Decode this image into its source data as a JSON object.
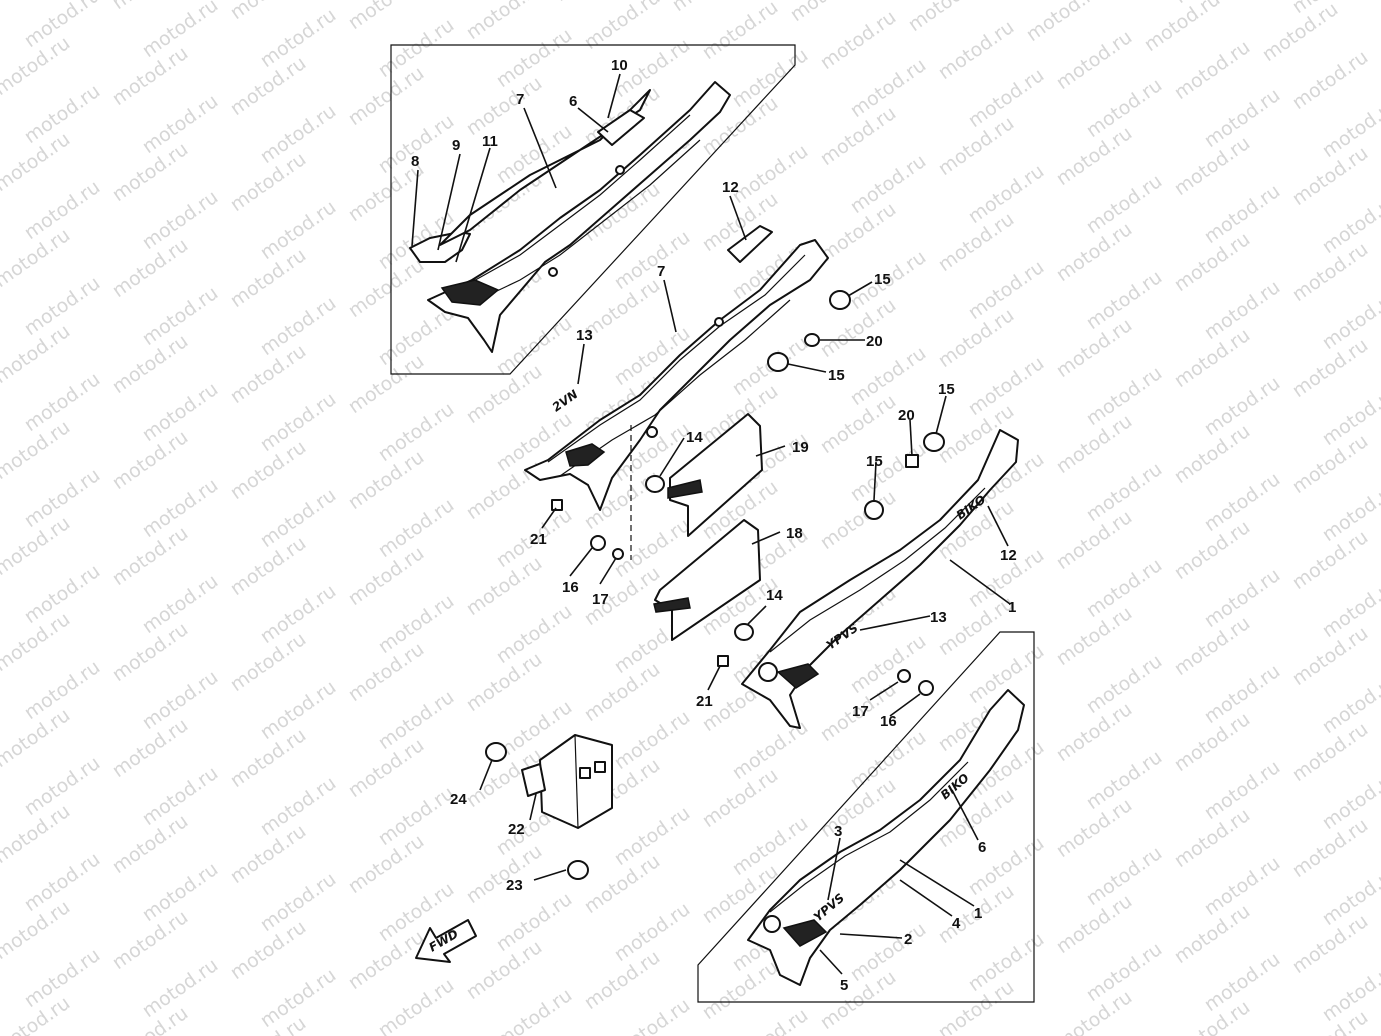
{
  "watermark": "motod.ru",
  "colors": {
    "line": "#111111",
    "watermark": "#d6d6d6",
    "background": "#ffffff"
  },
  "arrow_label": "FWD",
  "decals": {
    "logo_upper": "BIKO",
    "logo_lower": "BIKO",
    "code_a": "2VN",
    "code_b": "YPVS",
    "code_c": "YPVS"
  },
  "callouts": [
    {
      "id": "c10",
      "text": "10"
    },
    {
      "id": "c7a",
      "text": "7"
    },
    {
      "id": "c6a",
      "text": "6"
    },
    {
      "id": "c8",
      "text": "8"
    },
    {
      "id": "c9",
      "text": "9"
    },
    {
      "id": "c11",
      "text": "11"
    },
    {
      "id": "c12a",
      "text": "12"
    },
    {
      "id": "c7b",
      "text": "7"
    },
    {
      "id": "c15a",
      "text": "15"
    },
    {
      "id": "c20a",
      "text": "20"
    },
    {
      "id": "c15b",
      "text": "15"
    },
    {
      "id": "c13a",
      "text": "13"
    },
    {
      "id": "c14a",
      "text": "14"
    },
    {
      "id": "c19",
      "text": "19"
    },
    {
      "id": "c21a",
      "text": "21"
    },
    {
      "id": "c16a",
      "text": "16"
    },
    {
      "id": "c17a",
      "text": "17"
    },
    {
      "id": "c18",
      "text": "18"
    },
    {
      "id": "c15c",
      "text": "15"
    },
    {
      "id": "c20b",
      "text": "20"
    },
    {
      "id": "c15d",
      "text": "15"
    },
    {
      "id": "c12b",
      "text": "12"
    },
    {
      "id": "c1a",
      "text": "1"
    },
    {
      "id": "c13b",
      "text": "13"
    },
    {
      "id": "c14b",
      "text": "14"
    },
    {
      "id": "c21b",
      "text": "21"
    },
    {
      "id": "c17b",
      "text": "17"
    },
    {
      "id": "c16b",
      "text": "16"
    },
    {
      "id": "c24",
      "text": "24"
    },
    {
      "id": "c22",
      "text": "22"
    },
    {
      "id": "c23",
      "text": "23"
    },
    {
      "id": "c3",
      "text": "3"
    },
    {
      "id": "c6b",
      "text": "6"
    },
    {
      "id": "c4",
      "text": "4"
    },
    {
      "id": "c1b",
      "text": "1"
    },
    {
      "id": "c2",
      "text": "2"
    },
    {
      "id": "c5",
      "text": "5"
    }
  ]
}
